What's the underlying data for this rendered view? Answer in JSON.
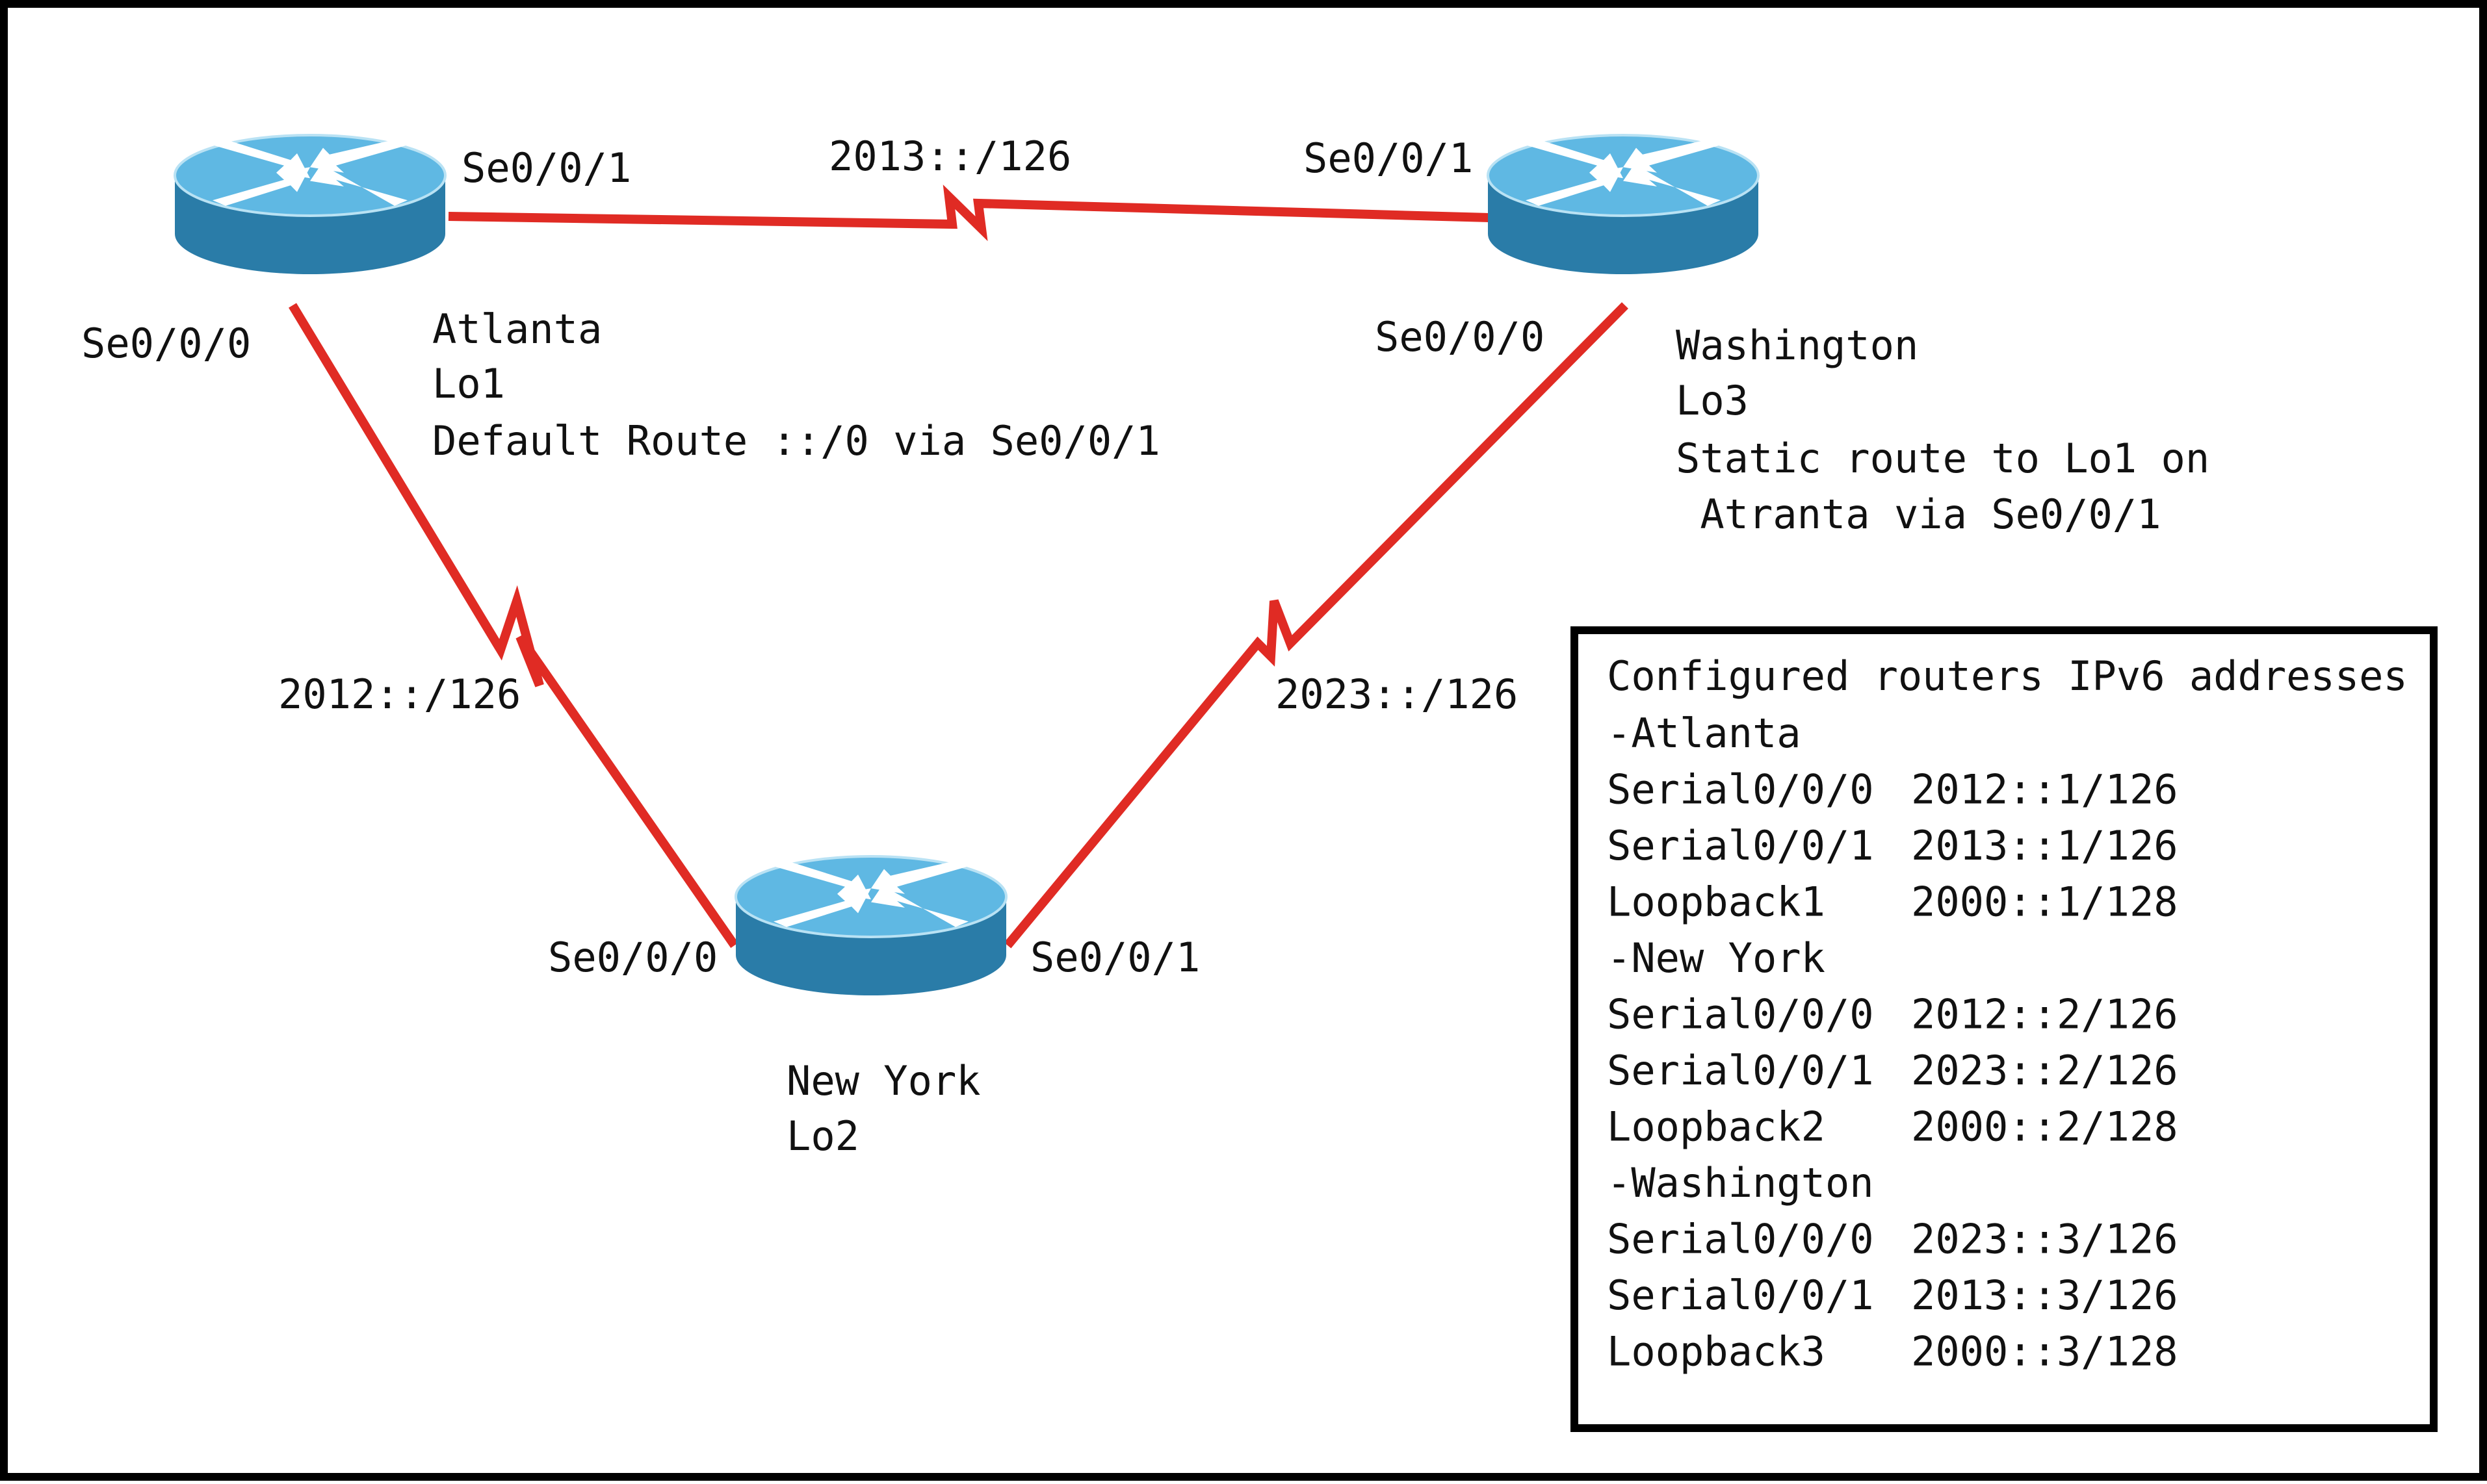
{
  "colors": {
    "frame": "#000000",
    "link": "#e02b24",
    "router_top": "#5fb8e3",
    "router_side": "#2a7ca8",
    "router_arrow": "#ffffff",
    "text": "#111111"
  },
  "routers": {
    "atlanta": {
      "icon": "router-icon",
      "name": "Atlanta",
      "loopback": "Lo1",
      "note": [
        "Default Route ::/0 via Se0/0/1"
      ],
      "ifaces": {
        "se000": "Se0/0/0",
        "se001": "Se0/0/1"
      }
    },
    "washington": {
      "icon": "router-icon",
      "name": "Washington",
      "loopback": "Lo3",
      "note": [
        "Static route to Lo1 on",
        " Atranta via Se0/0/1"
      ],
      "ifaces": {
        "se000": "Se0/0/0",
        "se001": "Se0/0/1"
      }
    },
    "newyork": {
      "icon": "router-icon",
      "name": "New York",
      "loopback": "Lo2",
      "ifaces": {
        "se000": "Se0/0/0",
        "se001": "Se0/0/1"
      }
    }
  },
  "links": {
    "atlanta_washington": "2013::/126",
    "atlanta_newyork": "2012::/126",
    "washington_newyork": "2023::/126"
  },
  "address_table": {
    "title": "Configured routers IPv6 addresses",
    "groups": [
      {
        "router": " -Atlanta",
        "rows": [
          {
            "iface": "Serial0/0/0",
            "addr": "2012::1/126"
          },
          {
            "iface": "Serial0/0/1",
            "addr": "2013::1/126"
          },
          {
            "iface": "Loopback1",
            "addr": "2000::1/128"
          }
        ]
      },
      {
        "router": " -New York",
        "rows": [
          {
            "iface": "Serial0/0/0",
            "addr": "2012::2/126"
          },
          {
            "iface": "Serial0/0/1",
            "addr": "2023::2/126"
          },
          {
            "iface": "Loopback2",
            "addr": "2000::2/128"
          }
        ]
      },
      {
        "router": " -Washington",
        "rows": [
          {
            "iface": "Serial0/0/0",
            "addr": "2023::3/126"
          },
          {
            "iface": "Serial0/0/1",
            "addr": "2013::3/126"
          },
          {
            "iface": "Loopback3",
            "addr": "2000::3/128"
          }
        ]
      }
    ]
  }
}
